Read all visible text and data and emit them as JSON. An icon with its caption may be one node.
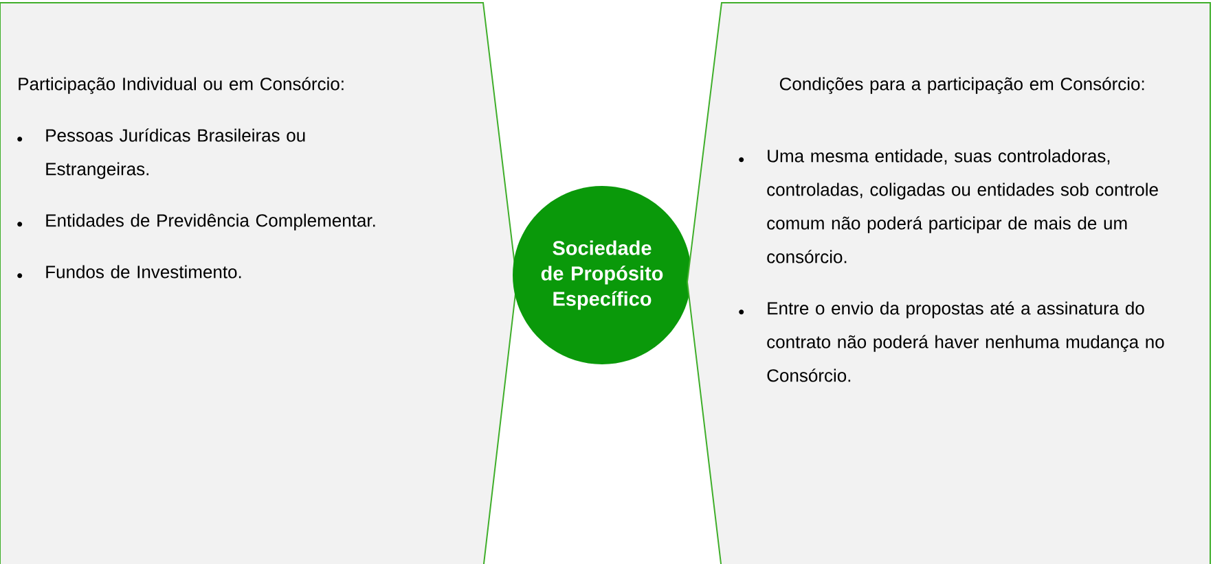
{
  "diagram": {
    "nodes": [
      {
        "text": [
          "Participação Individual ou em Consórcio:",
          "Pessoas Jurídicas Brasileiras ou Estrangeiras.",
          "Entidades de Previdência Complementar.",
          "Fundos de Investimento."
        ]
      },
      {
        "text": [
          "Sociedade de Propósito Específico"
        ]
      },
      {
        "text": [
          "Condições para a participação em Consórcio:",
          "Uma mesma entidade, suas controladoras, controladas, coligadas ou entidades sob controle comum não poderá participar de mais de um consórcio.",
          "Entre o envio da propostas até a assinatura do contrato não poderá haver nenhuma mudança no Consórcio."
        ]
      }
    ]
  }
}
